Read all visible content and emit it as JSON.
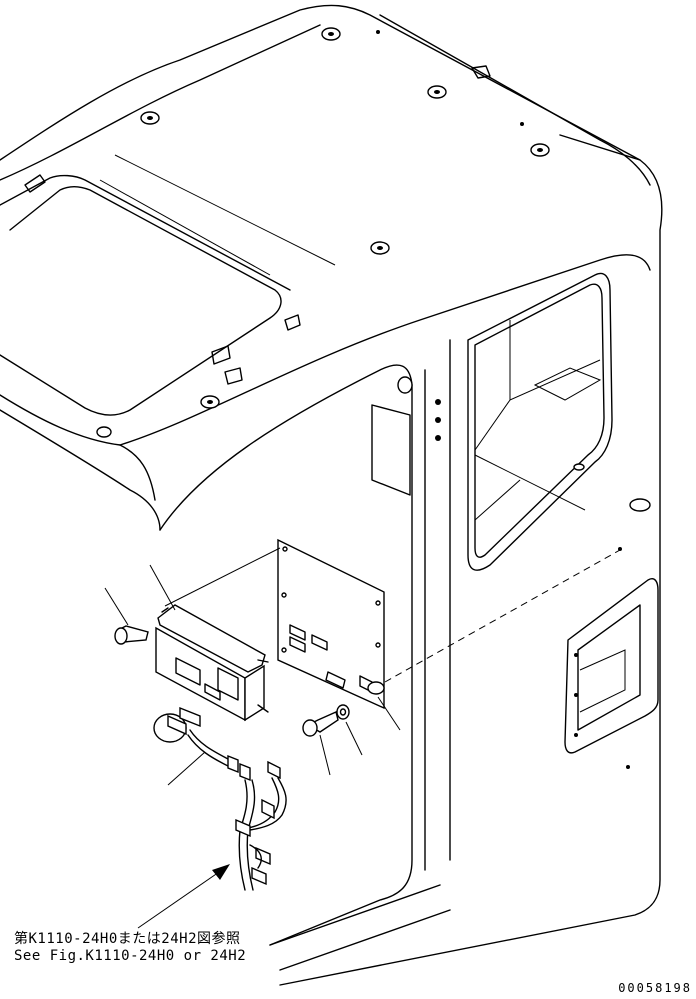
{
  "reference_note": {
    "japanese": "第K1110-24H0または24H2図参照",
    "english": "See Fig.K1110-24H0 or 24H2"
  },
  "drawing_number": "00058198"
}
